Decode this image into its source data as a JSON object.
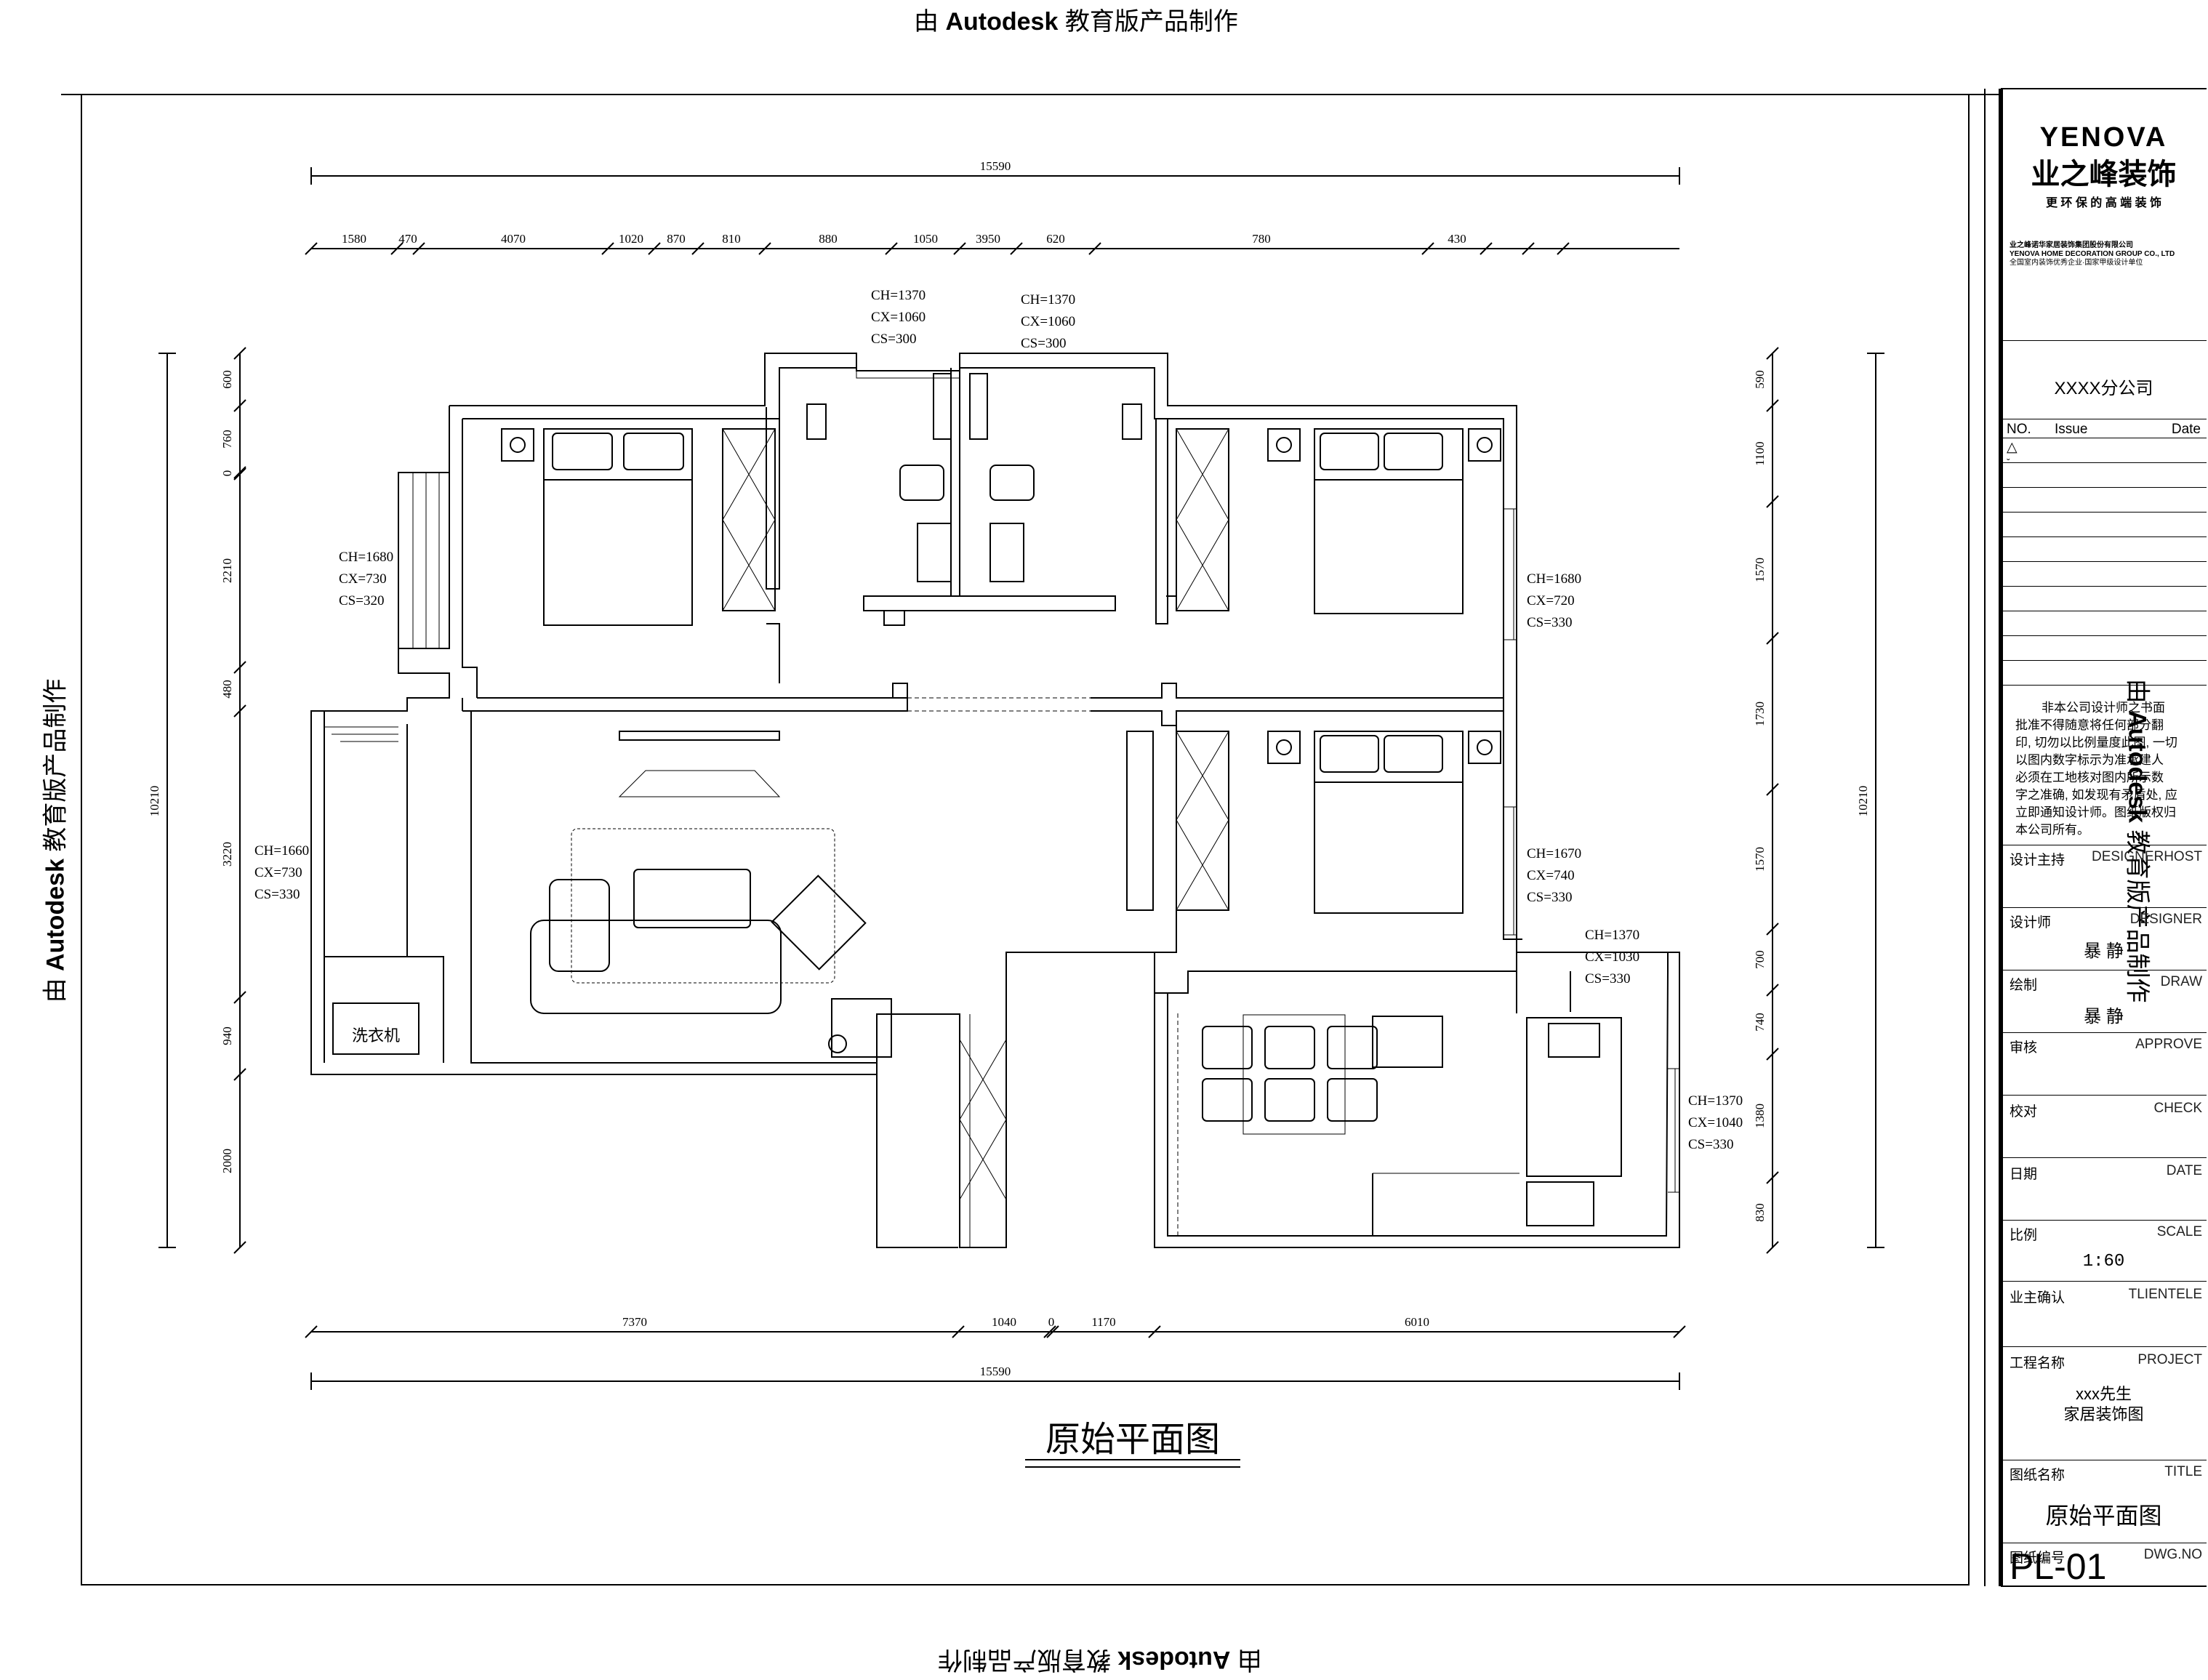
{
  "watermark": {
    "prefix": "由",
    "brand": "Autodesk",
    "suffix": "教育版产品制作"
  },
  "plan": {
    "title": "原始平面图",
    "top_dims_overall": "15590",
    "top_dims": [
      "1580",
      "470",
      "4070",
      "1020",
      "870",
      "810",
      "880",
      "1050",
      "3950",
      "620",
      "780",
      "430"
    ],
    "bottom_dims": [
      "7370",
      "1040",
      "0",
      "1170",
      "6010"
    ],
    "bottom_overall": "15590",
    "left_dims": [
      "600",
      "760",
      "0",
      "2210",
      "480",
      "3220",
      "940",
      "2000"
    ],
    "left_overall": "10210",
    "right_dims": [
      "590",
      "1100",
      "1570",
      "1730",
      "1570",
      "700",
      "740",
      "1380",
      "830"
    ],
    "right_overall": "10210",
    "window_notes": [
      {
        "id": "bath1",
        "lines": [
          "CH=1370",
          "CX=1060",
          "CS=300"
        ]
      },
      {
        "id": "bath2",
        "lines": [
          "CH=1370",
          "CX=1060",
          "CS=300"
        ]
      },
      {
        "id": "bed-left",
        "lines": [
          "CH=1680",
          "CX=730",
          "CS=320"
        ]
      },
      {
        "id": "bed-right",
        "lines": [
          "CH=1680",
          "CX=720",
          "CS=330"
        ]
      },
      {
        "id": "living",
        "lines": [
          "CH=1660",
          "CX=730",
          "CS=330"
        ]
      },
      {
        "id": "bed-right2",
        "lines": [
          "CH=1670",
          "CX=740",
          "CS=330"
        ]
      },
      {
        "id": "kitchen-top",
        "lines": [
          "CH=1370",
          "CX=1030",
          "CS=330"
        ]
      },
      {
        "id": "kitchen-right",
        "lines": [
          "CH=1370",
          "CX=1040",
          "CS=330"
        ]
      }
    ],
    "washer_label": "洗衣机"
  },
  "title_block": {
    "logo_en": "YENOVA",
    "logo_cn": "业之峰装饰",
    "slogan": "更 环 保 的 高 端 装 饰",
    "company_small_cn": "业之峰诺华家居装饰集团股份有限公司",
    "company_small_en": "YENOVA HOME DECORATION GROUP CO., LTD",
    "company_small_line3": "全国室内装饰优秀企业·国家甲级设计单位",
    "branch": "XXXX分公司",
    "issue_headers": [
      "NO.",
      "Issue",
      "Date"
    ],
    "issue_marks": [
      "△",
      "ˇ"
    ],
    "notice": [
      "非本公司设计师之书面",
      "批准不得随意将任何部分翻",
      "印, 切勿以比例量度此图, 一切",
      "以图内数字标示为准承建人",
      "必须在工地核对图内所示数",
      "字之准确, 如发现有矛盾处, 应",
      "立即通知设计师。图纸版权归",
      "本公司所有。"
    ],
    "rows": [
      {
        "cn": "设计主持",
        "en": "DESIGNERHOST",
        "value": ""
      },
      {
        "cn": "设计师",
        "en": "DESIGNER",
        "value": "暴 静"
      },
      {
        "cn": "绘制",
        "en": "DRAW",
        "value": "暴 静"
      },
      {
        "cn": "审核",
        "en": "APPROVE",
        "value": ""
      },
      {
        "cn": "校对",
        "en": "CHECK",
        "value": ""
      },
      {
        "cn": "日期",
        "en": "DATE",
        "value": ""
      },
      {
        "cn": "比例",
        "en": "SCALE",
        "value": "1:60"
      },
      {
        "cn": "业主确认",
        "en": "TLIENTELE",
        "value": ""
      }
    ],
    "project_label_cn": "工程名称",
    "project_label_en": "PROJECT",
    "project_value": [
      "xxx先生",
      "家居装饰图"
    ],
    "title_label_cn": "图纸名称",
    "title_label_en": "TITLE",
    "title_value": "原始平面图",
    "dwg_label_cn": "图纸编号",
    "dwg_label_en": "DWG.NO",
    "dwg_value": "PL-01"
  },
  "colors": {
    "line": "#000000",
    "paper": "#ffffff"
  }
}
